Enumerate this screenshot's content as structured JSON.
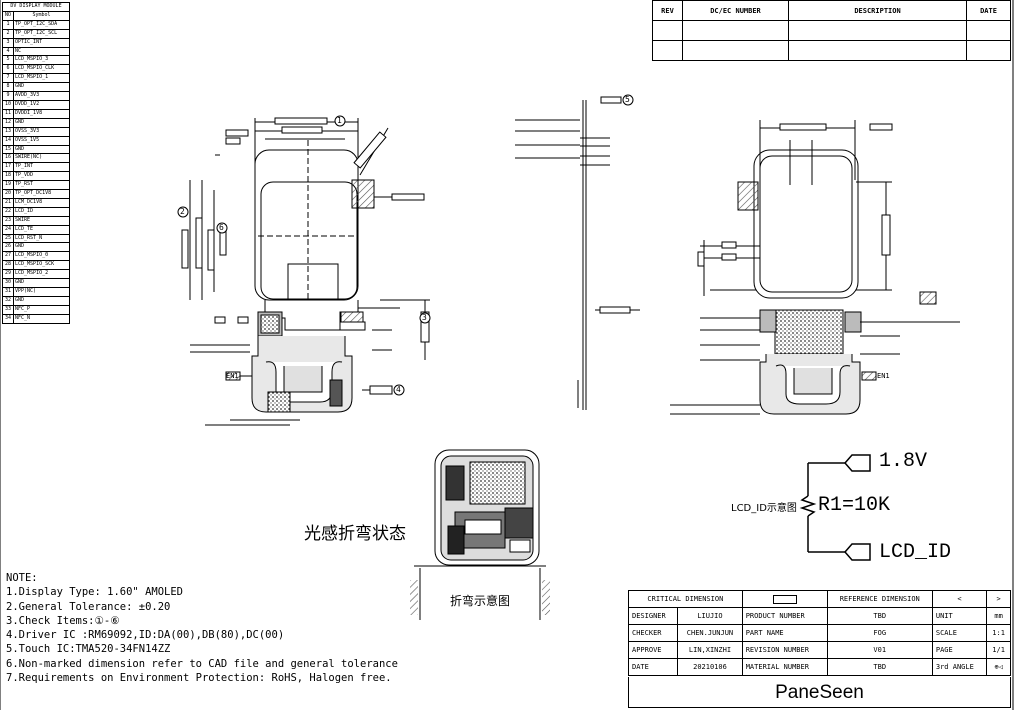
{
  "pin_table": {
    "title": "DV DISPLAY MODULE",
    "header": [
      "NO",
      "Symbol"
    ],
    "rows": [
      [
        "1",
        "TP_OPT_I2C_SDA"
      ],
      [
        "2",
        "TP_OPT_I2C_SCL"
      ],
      [
        "3",
        "OPTIC_INT"
      ],
      [
        "4",
        "NC"
      ],
      [
        "5",
        "LCD_MSPIO_3"
      ],
      [
        "6",
        "LCD_MSPIO_CLK"
      ],
      [
        "7",
        "LCD_MSPIO_1"
      ],
      [
        "8",
        "GND"
      ],
      [
        "9",
        "AVDD_3V3"
      ],
      [
        "10",
        "DVDD_1V2"
      ],
      [
        "11",
        "DVDDI_1V8"
      ],
      [
        "12",
        "GND"
      ],
      [
        "13",
        "OVSS_3V3"
      ],
      [
        "14",
        "OVSS_1V5"
      ],
      [
        "15",
        "GND"
      ],
      [
        "16",
        "SWIRE(NC)"
      ],
      [
        "17",
        "TP_INT"
      ],
      [
        "18",
        "TP_VDD"
      ],
      [
        "19",
        "TP_RST"
      ],
      [
        "20",
        "TP_OPT_DC1V8"
      ],
      [
        "21",
        "LCM_DC1V8"
      ],
      [
        "22",
        "LCD_ID"
      ],
      [
        "23",
        "SWIRE"
      ],
      [
        "24",
        "LCD_TE"
      ],
      [
        "25",
        "LCD_RST_N"
      ],
      [
        "26",
        "GND"
      ],
      [
        "27",
        "LCD_MSPIO_0"
      ],
      [
        "28",
        "LCD_MSPIO_SCK"
      ],
      [
        "29",
        "LCD_MSPIO_2"
      ],
      [
        "30",
        "GND"
      ],
      [
        "31",
        "VPP(NC)"
      ],
      [
        "32",
        "GND"
      ],
      [
        "33",
        "NFC_P"
      ],
      [
        "34",
        "NFC_N"
      ]
    ]
  },
  "revision_table": {
    "headers": [
      "REV",
      "DC/EC NUMBER",
      "DESCRIPTION",
      "DATE"
    ]
  },
  "notes": {
    "heading": "NOTE:",
    "items": [
      "1.Display Type: 1.60\" AMOLED",
      "2.General Tolerance: ±0.20",
      "3.Check Items:①-⑥",
      "4.Driver IC :RM69092,ID:DA(00),DB(80),DC(00)",
      "5.Touch IC:TMA520-34FN14ZZ",
      "6.Non-marked dimension refer to CAD file and general tolerance",
      "7.Requirements on Environment Protection: RoHS, Halogen free."
    ]
  },
  "bend_view": {
    "status_label": "光感折弯状态",
    "bend_label": "折弯示意图",
    "en_label": "EN1"
  },
  "circuit": {
    "v_label": "1.8V",
    "resistor_label": "R1=10K",
    "id_label": "LCD_ID",
    "caption": "LCD_ID示意图"
  },
  "title_block": {
    "critical_dimension": "CRITICAL DIMENSION",
    "reference_dimension": "REFERENCE DIMENSION",
    "nav_prev": "<",
    "nav_next": ">",
    "rows": [
      {
        "k1": "DESIGNER",
        "v1": "LIUJIO",
        "k2": "PRODUCT NUMBER",
        "v2": "TBD",
        "k3": "UNIT",
        "v3": "mm"
      },
      {
        "k1": "CHECKER",
        "v1": "CHEN.JUNJUN",
        "k2": "PART NAME",
        "v2": "FOG",
        "k3": "SCALE",
        "v3": "1:1"
      },
      {
        "k1": "APPROVE",
        "v1": "LIN,XINZHI",
        "k2": "REVISION NUMBER",
        "v2": "V01",
        "k3": "PAGE",
        "v3": "1/1"
      },
      {
        "k1": "DATE",
        "v1": "20210106",
        "k2": "MATERIAL NUMBER",
        "v2": "TBD",
        "k3": "3rd ANGLE",
        "v3": "⊕◁"
      }
    ],
    "brand": "PaneSeen"
  },
  "callouts": {
    "c1": "1",
    "c2": "2",
    "c3": "3",
    "c4": "4",
    "c5": "5",
    "c6": "6"
  },
  "colors": {
    "ink": "#000000",
    "paper": "#ffffff",
    "hatch": "#888888"
  }
}
